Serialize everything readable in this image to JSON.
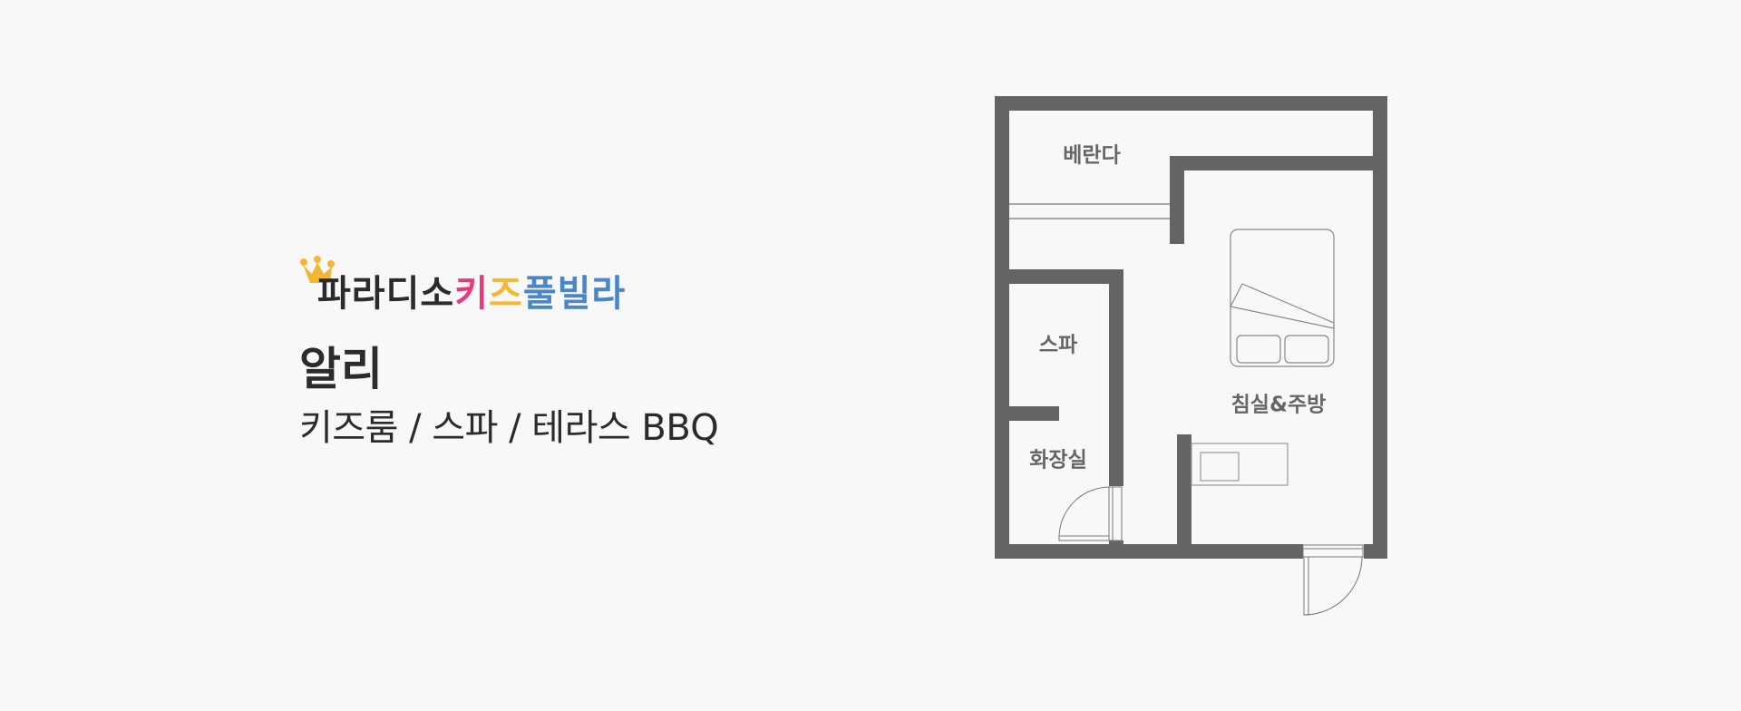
{
  "brand": {
    "crown_icon": "crown-icon",
    "logo_parts": [
      {
        "text": "파라디소",
        "color": "#2b2b2b"
      },
      {
        "text": "키",
        "color": "#e8397a"
      },
      {
        "text": "즈",
        "color": "#f5b731"
      },
      {
        "text": "풀빌라",
        "color": "#4a86c8"
      }
    ],
    "room_name": "알리",
    "features": "키즈룸 / 스파 / 테라스 BBQ"
  },
  "floor_plan": {
    "wall_color": "#636463",
    "fixture_color": "#888888",
    "rooms": [
      {
        "id": "balcony",
        "label": "베란다"
      },
      {
        "id": "spa",
        "label": "스파"
      },
      {
        "id": "bathroom",
        "label": "화장실"
      },
      {
        "id": "bedroom-kitchen",
        "label": "침실&주방"
      }
    ]
  },
  "colors": {
    "background": "#f8f8f8",
    "text_dark": "#2b2b2b",
    "label_gray": "#666666",
    "accent_pink": "#e8397a",
    "accent_yellow": "#f5b731",
    "accent_blue": "#4a86c8"
  }
}
